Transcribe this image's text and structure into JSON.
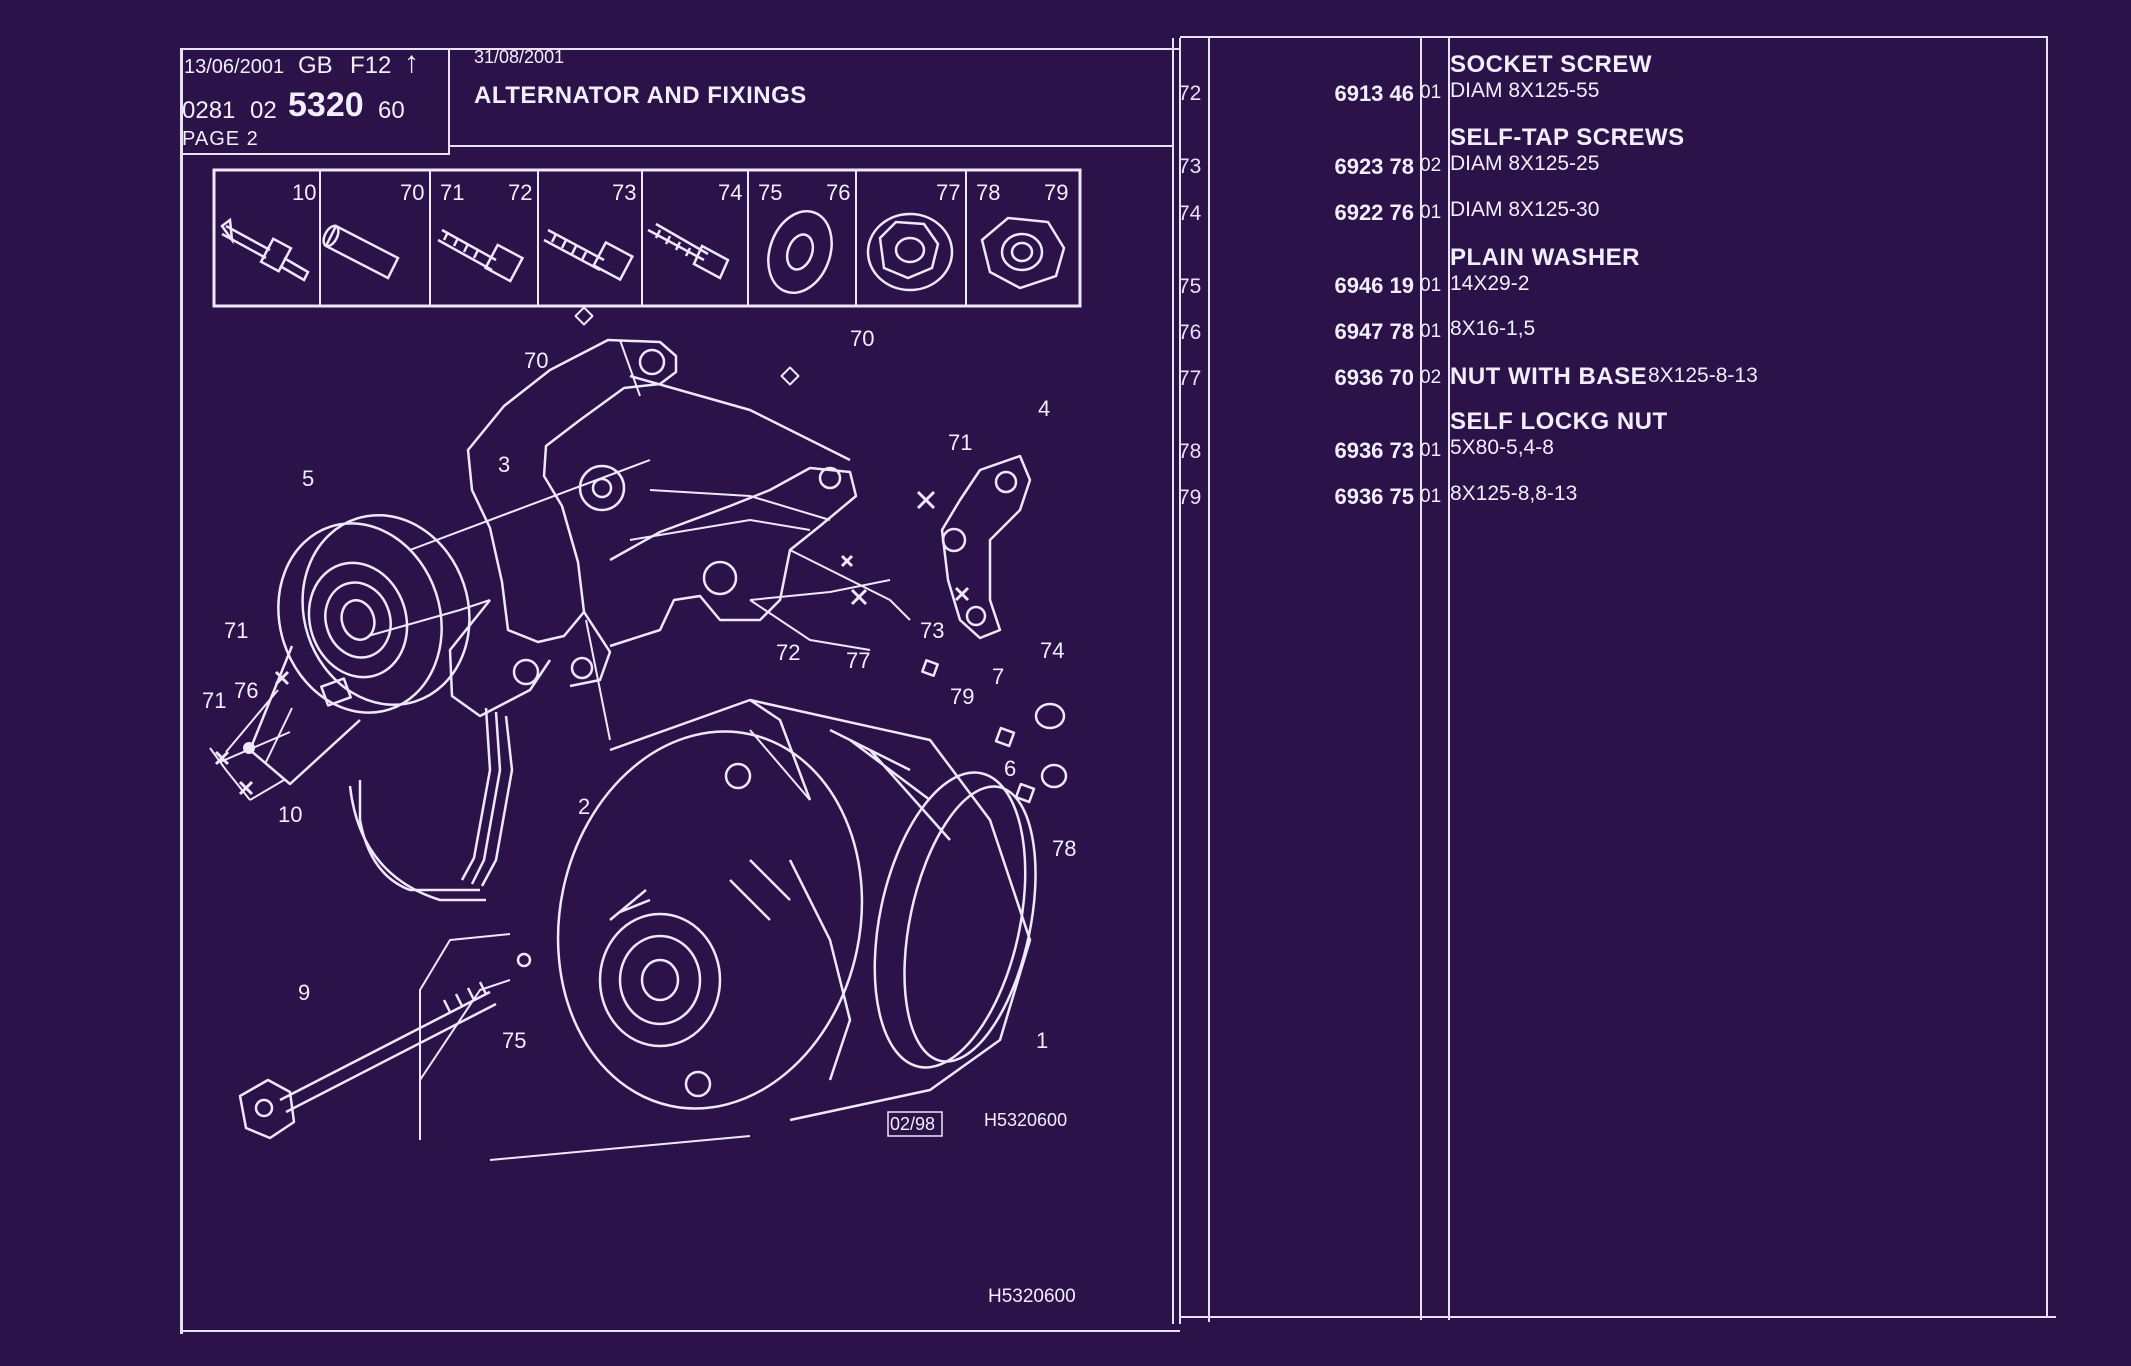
{
  "header": {
    "date_left": "13/06/2001",
    "lang": "GB",
    "sheet": "F12",
    "arrow": "↑",
    "code_a": "0281",
    "code_b": "02",
    "code_main": "5320",
    "code_c": "60",
    "page": "PAGE 2",
    "date_right": "31/08/2001",
    "title": "ALTERNATOR AND FIXINGS"
  },
  "strip": {
    "labels": [
      "10",
      "70",
      "71",
      "72",
      "73",
      "74",
      "75",
      "76",
      "77",
      "78",
      "79"
    ]
  },
  "drawing": {
    "callouts": [
      "70",
      "70",
      "71",
      "4",
      "3",
      "5",
      "73",
      "72",
      "74",
      "77",
      "7",
      "79",
      "71",
      "76",
      "71",
      "10",
      "2",
      "6",
      "78",
      "9",
      "75",
      "1"
    ],
    "stamp_date": "02/98",
    "stamp_ref": "H5320600",
    "footer_ref": "H5320600"
  },
  "parts": [
    {
      "ref": "72",
      "part_no": "6913 46",
      "variant": "01",
      "title": "SOCKET SCREW",
      "desc": "DIAM 8X125-55"
    },
    {
      "ref": "73",
      "part_no": "6923 78",
      "variant": "02",
      "title": "SELF-TAP SCREWS",
      "desc": "DIAM 8X125-25"
    },
    {
      "ref": "74",
      "part_no": "6922 76",
      "variant": "01",
      "title": "",
      "desc": "DIAM 8X125-30"
    },
    {
      "ref": "75",
      "part_no": "6946 19",
      "variant": "01",
      "title": "PLAIN WASHER",
      "desc": "14X29-2"
    },
    {
      "ref": "76",
      "part_no": "6947 78",
      "variant": "01",
      "title": "",
      "desc": "8X16-1,5"
    },
    {
      "ref": "77",
      "part_no": "6936 70",
      "variant": "02",
      "title_inline": "NUT WITH BASE",
      "desc": "8X125-8-13"
    },
    {
      "ref": "78",
      "part_no": "6936 73",
      "variant": "01",
      "title": "SELF LOCKG NUT",
      "desc": "5X80-5,4-8"
    },
    {
      "ref": "79",
      "part_no": "6936 75",
      "variant": "01",
      "title": "",
      "desc": "8X125-8,8-13"
    }
  ],
  "colors": {
    "background": "#2b1248",
    "ink": "#f3eefc"
  }
}
